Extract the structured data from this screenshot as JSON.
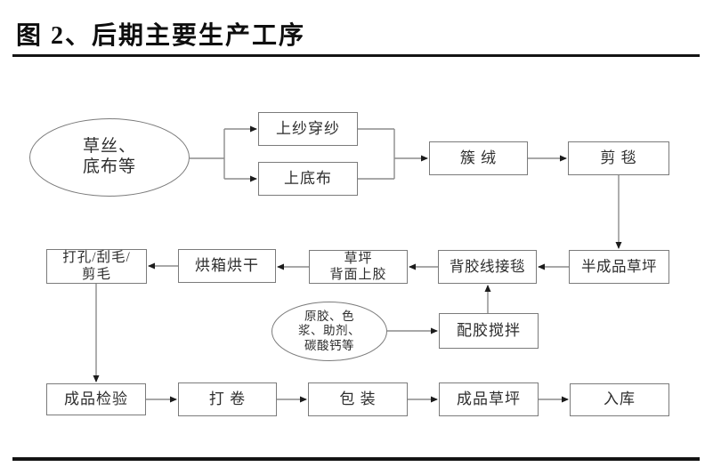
{
  "title": "图 2、后期主要生产工序",
  "colors": {
    "connector_line": "#8c8c8c",
    "node_border": "#7b7b7b",
    "arrowhead": "#1c1c1c",
    "node_text": "#2d2d2d",
    "rule": "#141414"
  },
  "nodes": {
    "materials": {
      "label": "草丝、\n底布等"
    },
    "yarn": {
      "label": "上纱穿纱"
    },
    "basecloth": {
      "label": "上底布"
    },
    "tufting": {
      "label": "簇 绒"
    },
    "cutting": {
      "label": "剪 毯"
    },
    "punch": {
      "label": "打孔/刮毛/\n剪毛"
    },
    "oven": {
      "label": "烘箱烘干"
    },
    "backglue": {
      "label": "草坪\n背面上胶"
    },
    "glueline": {
      "label": "背胶线接毯"
    },
    "semi": {
      "label": "半成品草坪"
    },
    "ingredients": {
      "label": "原胶、色\n浆、助剂、\n碳酸钙等"
    },
    "mixing": {
      "label": "配胶搅拌"
    },
    "inspection": {
      "label": "成品检验"
    },
    "rolling": {
      "label": "打 卷"
    },
    "packaging": {
      "label": "包 装"
    },
    "finished": {
      "label": "成品草坪"
    },
    "warehouse": {
      "label": "入库"
    }
  }
}
